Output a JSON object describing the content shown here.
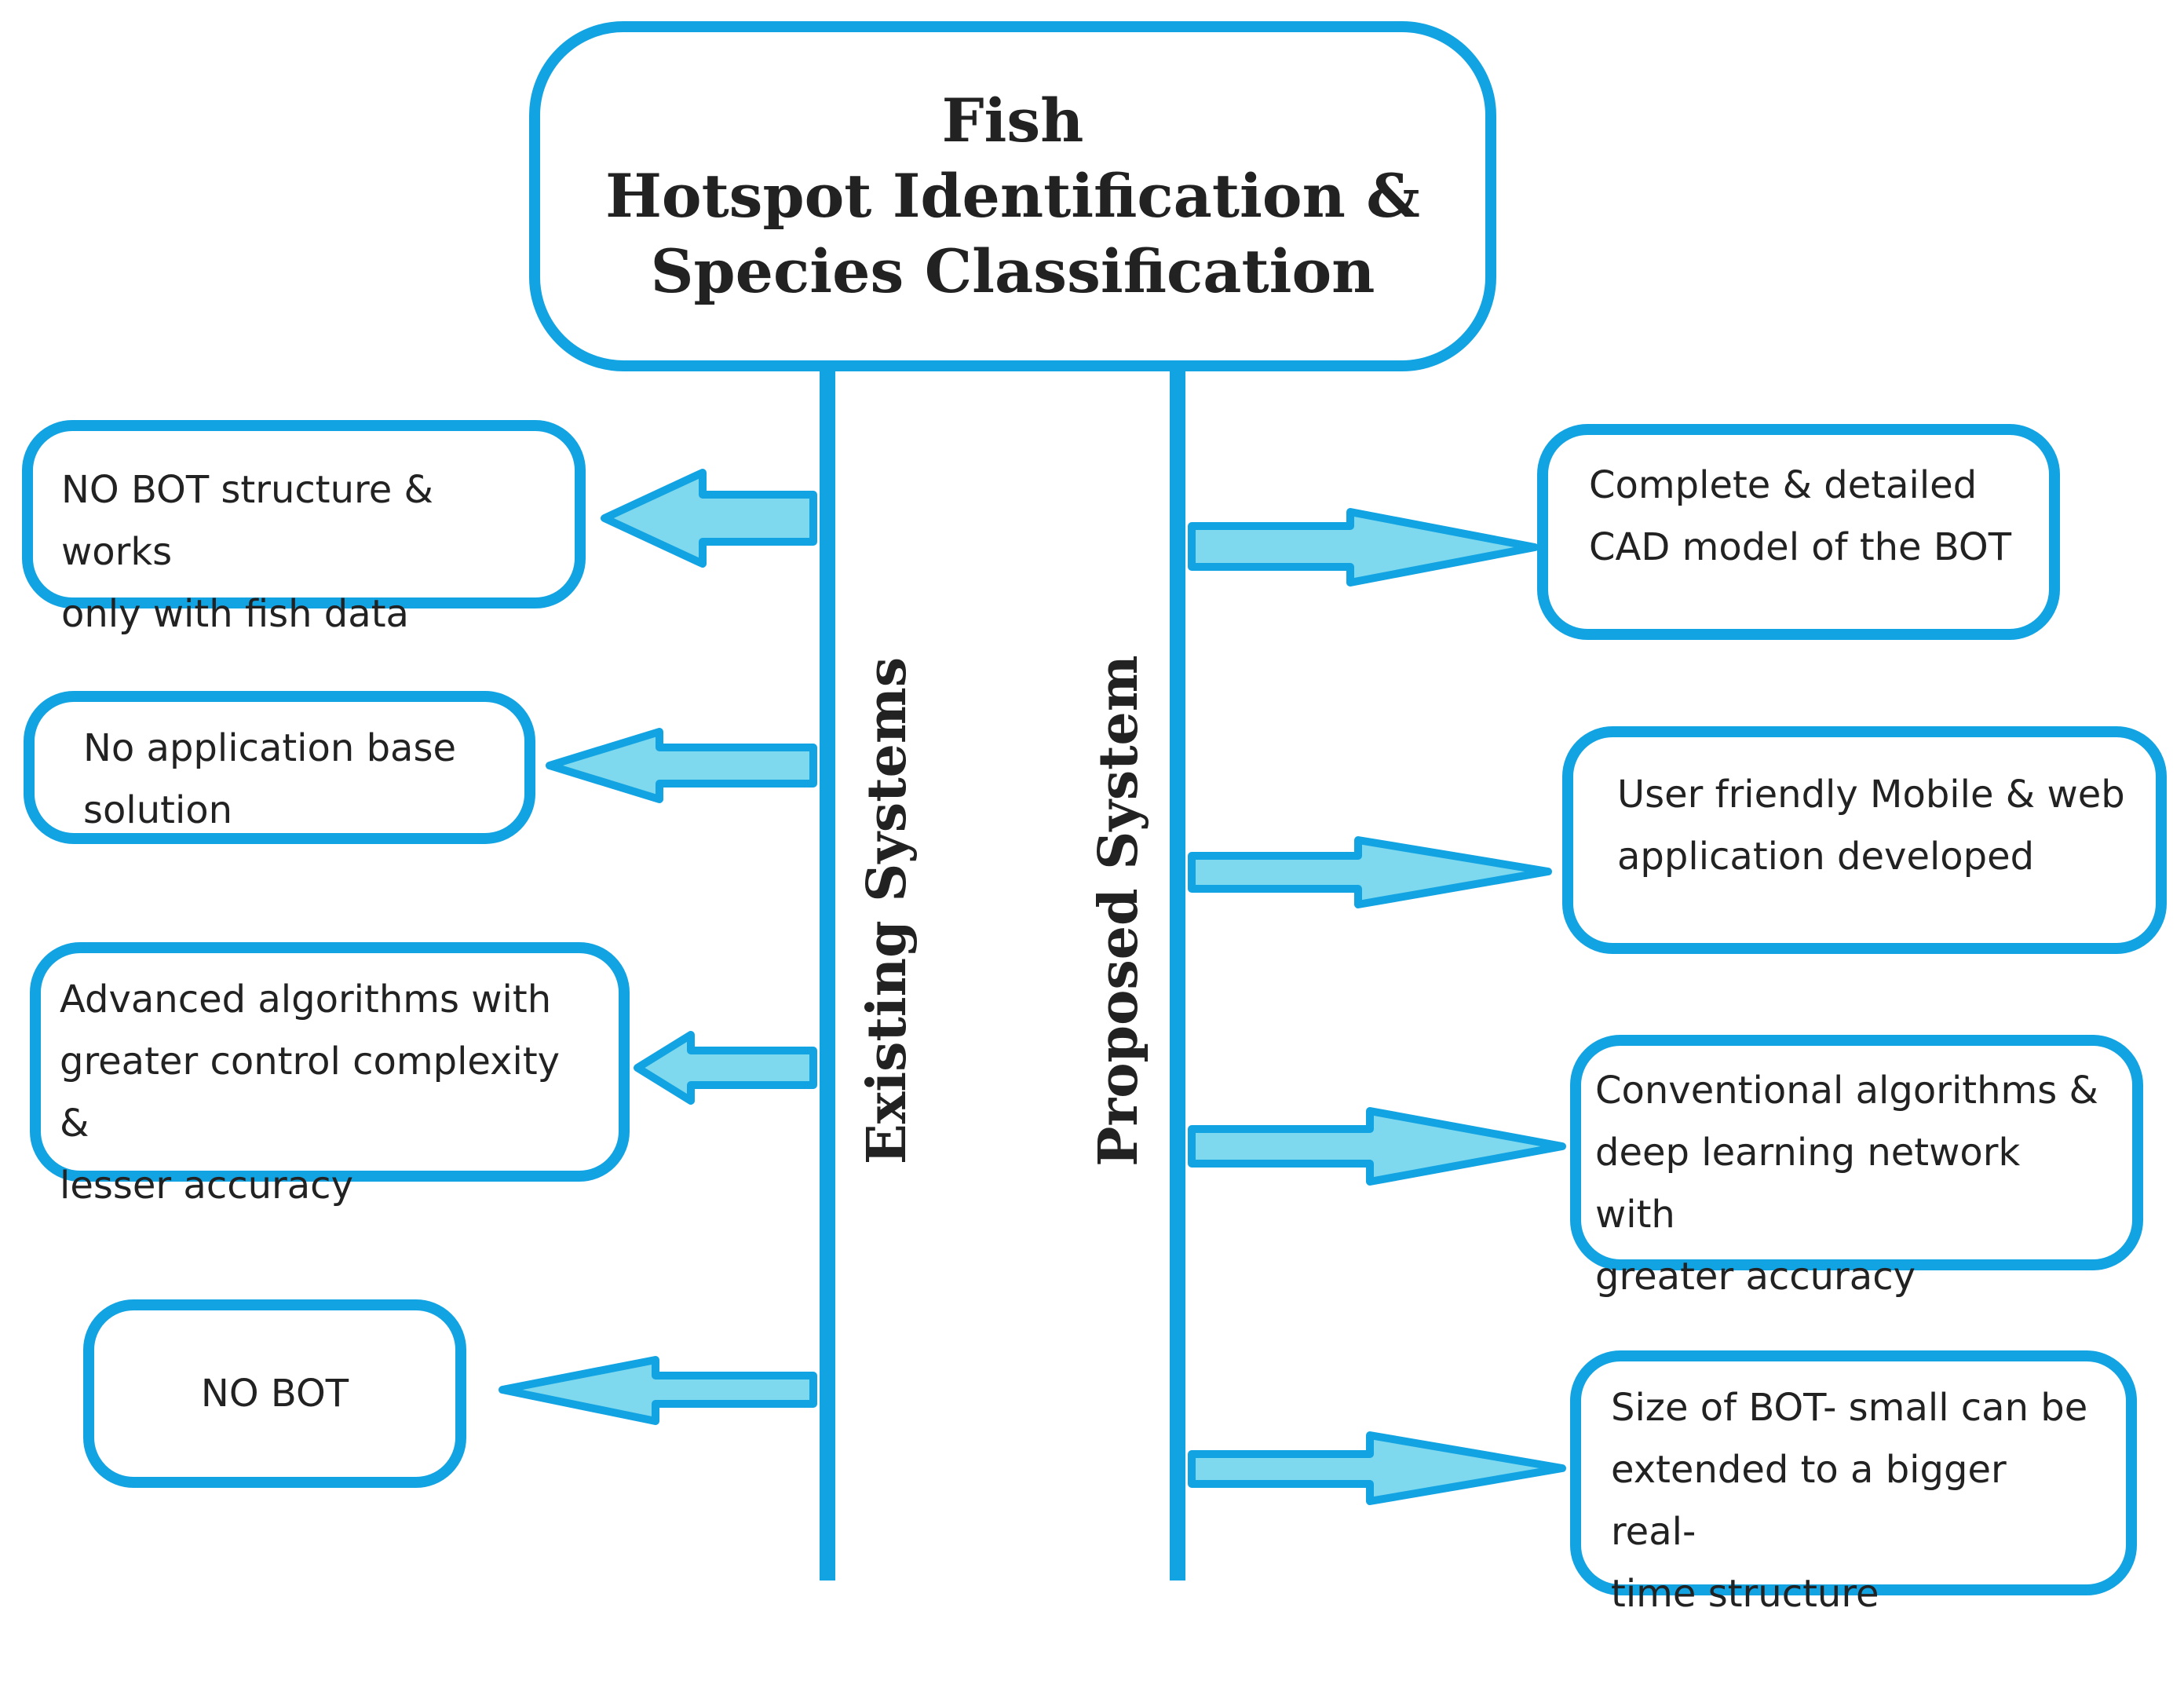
{
  "title": {
    "lines": [
      "Fish",
      "Hotspot Identification &",
      "Species Classification"
    ]
  },
  "axes": {
    "existing_label": "Existing Systems",
    "proposed_label": "Proposed System"
  },
  "existing_systems": [
    {
      "lines": [
        "NO BOT structure & works",
        "only with fish data"
      ]
    },
    {
      "lines": [
        "No application base",
        "solution"
      ]
    },
    {
      "lines": [
        "Advanced algorithms with",
        "greater control complexity &",
        "lesser accuracy"
      ]
    },
    {
      "lines": [
        "NO BOT"
      ]
    }
  ],
  "proposed_system": [
    {
      "lines": [
        "Complete & detailed",
        "CAD model of the BOT"
      ]
    },
    {
      "lines": [
        "User friendly Mobile & web",
        "application developed"
      ]
    },
    {
      "lines": [
        "Conventional algorithms &",
        "deep learning network with",
        "greater accuracy"
      ]
    },
    {
      "lines": [
        "Size of BOT- small can be",
        "extended to a bigger real-",
        "time structure"
      ]
    }
  ],
  "colors": {
    "line_blue": "#12a3e3",
    "arrow_fill": "#7fd9ee",
    "text": "#222222"
  }
}
